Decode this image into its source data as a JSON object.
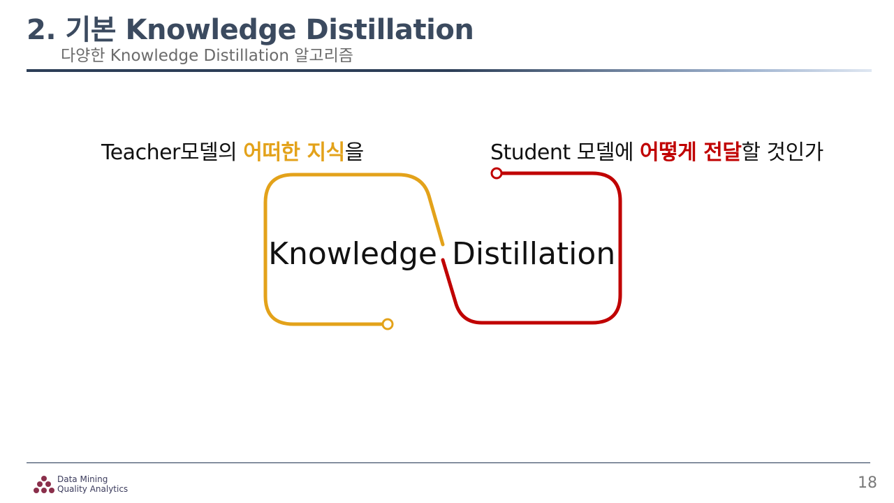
{
  "header": {
    "title": "2. 기본 Knowledge Distillation",
    "subtitle": "다양한 Knowledge Distillation 알고리즘"
  },
  "captions": {
    "left": {
      "prefix": "Teacher모델의 ",
      "highlight": "어떠한 지식",
      "suffix": "을"
    },
    "right": {
      "prefix": "Student 모델에 ",
      "highlight": "어떻게 전달",
      "suffix": "할 것인가"
    }
  },
  "diagram": {
    "word_left": "Knowledge",
    "word_right": "Distillation"
  },
  "footer": {
    "logo_line1": "Data Mining",
    "logo_line2": "Quality Analytics",
    "page_number": "18"
  },
  "colors": {
    "title": "#3b4a5f",
    "teacher_accent": "#e3a21a",
    "student_accent": "#c00000",
    "rule": "#1f3350"
  }
}
